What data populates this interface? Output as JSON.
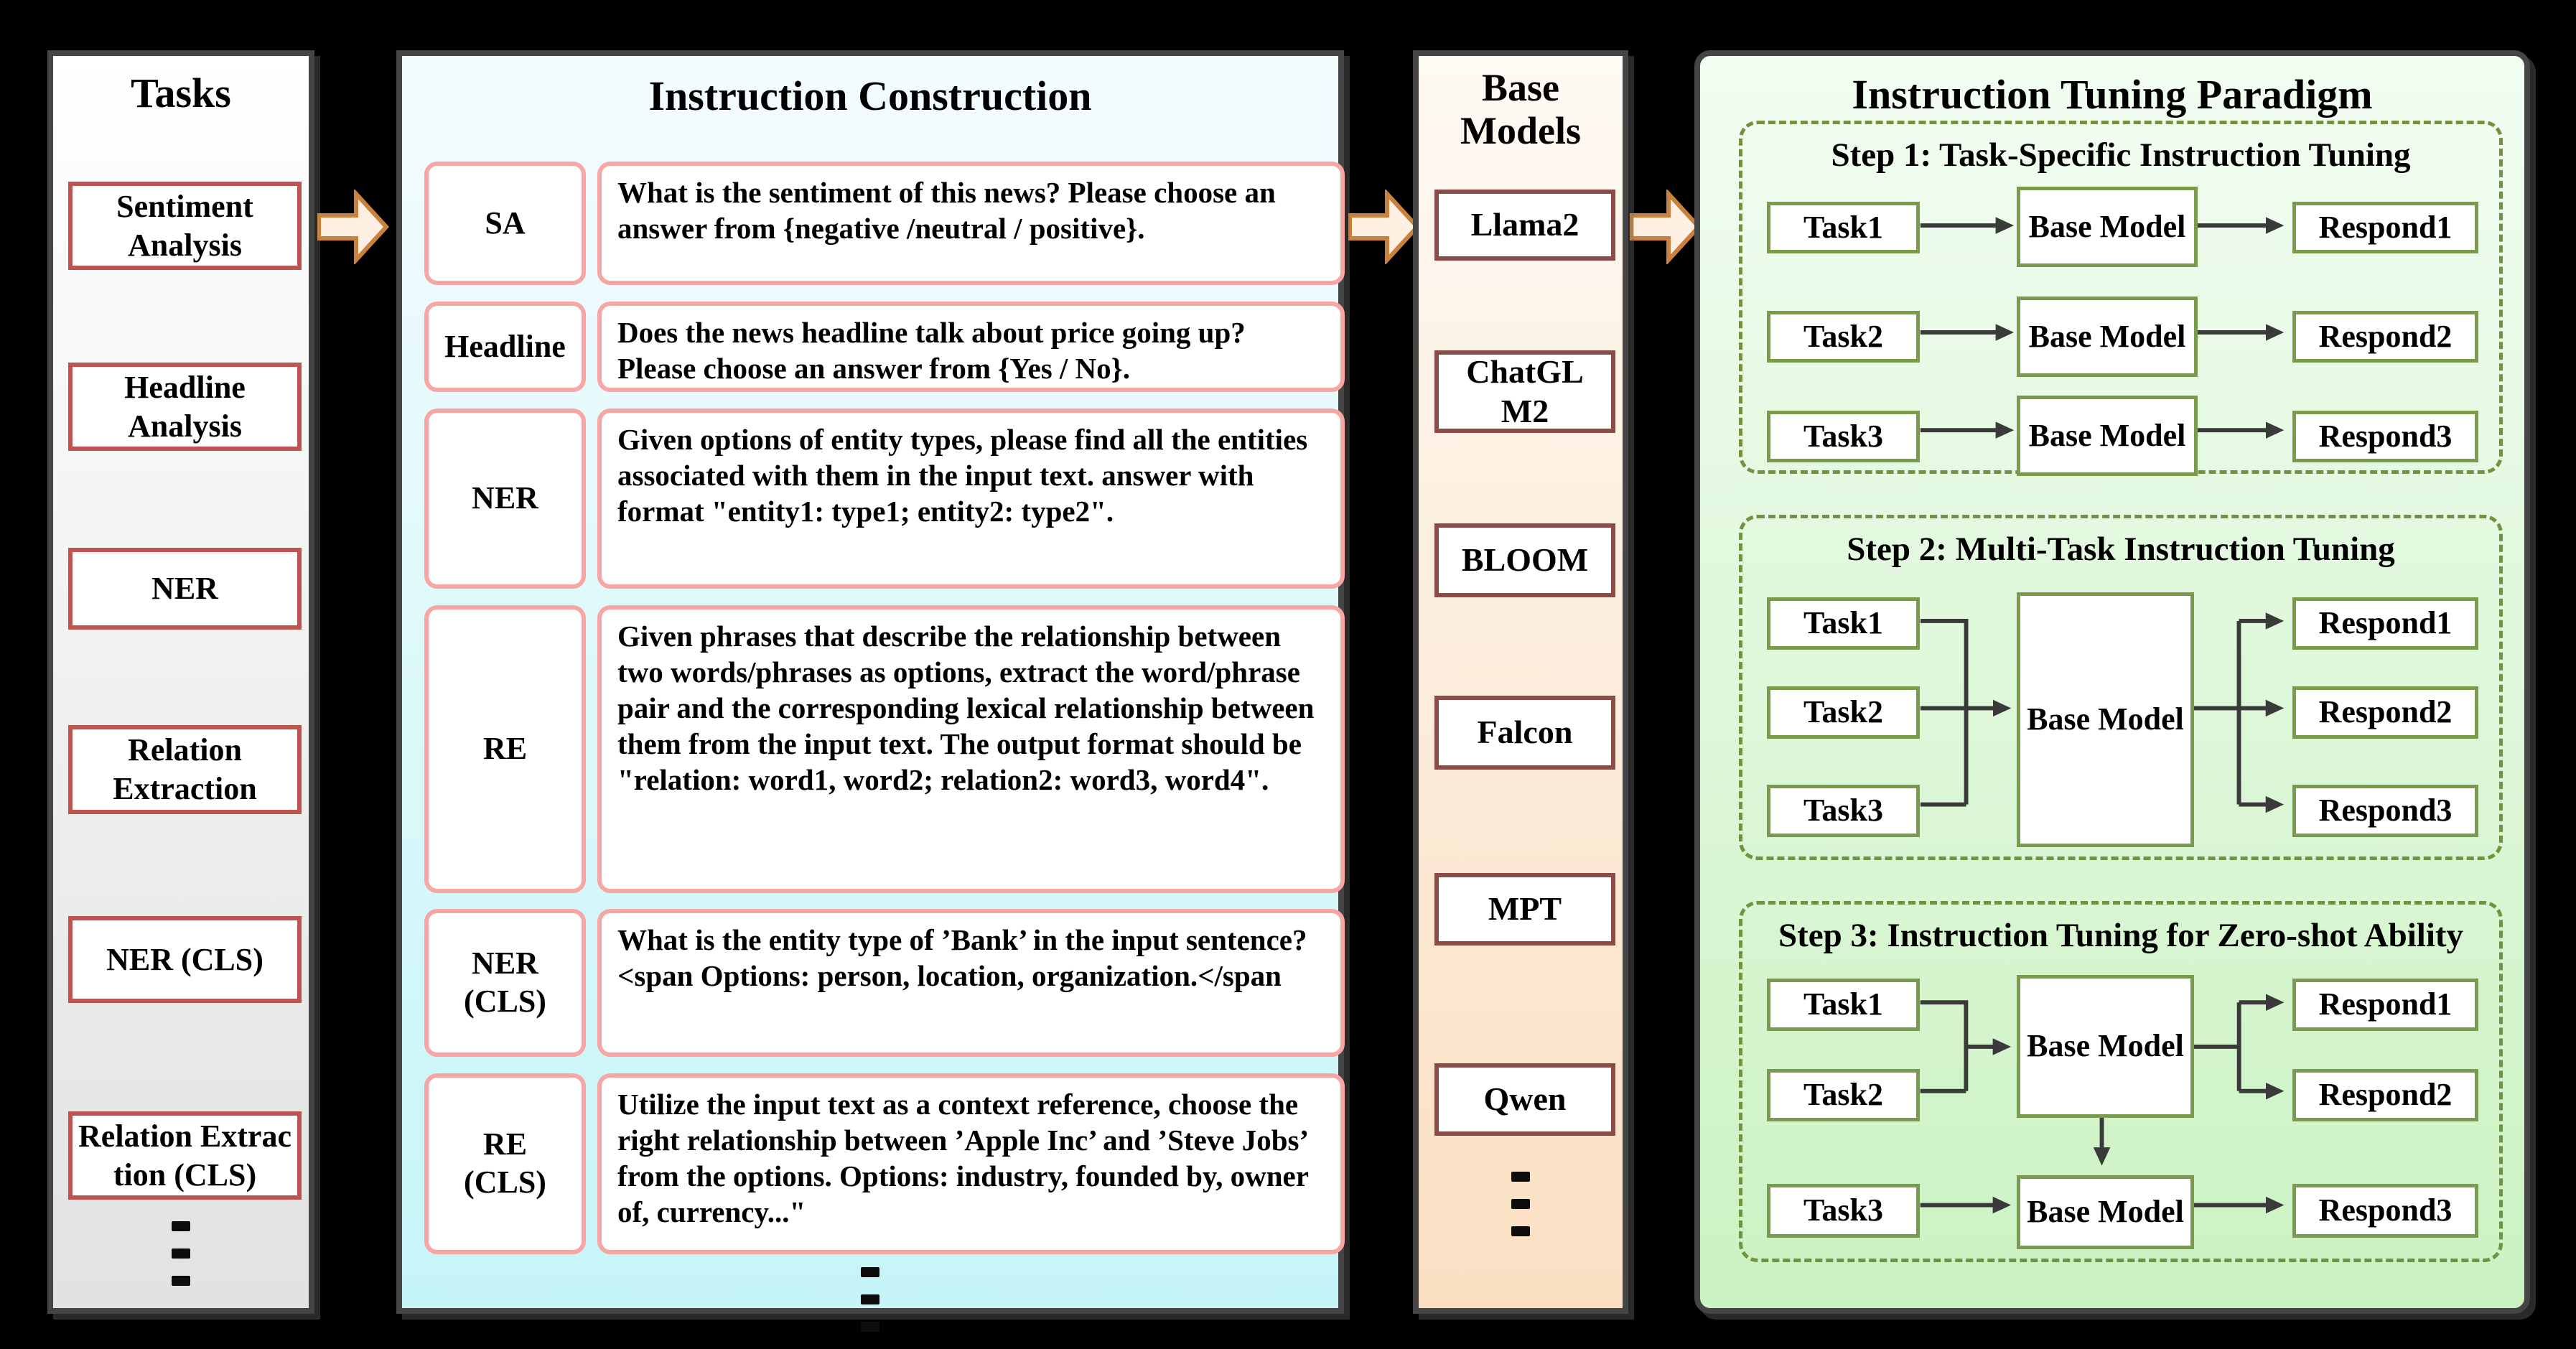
{
  "tasks_column": {
    "title": "Tasks",
    "items": [
      "Sentiment Analysis",
      "Headline Analysis",
      "NER",
      "Relation Extraction",
      "NER (CLS)",
      "Relation Extraction (CLS)"
    ]
  },
  "construction_column": {
    "title": "Instruction Construction",
    "rows": [
      {
        "label": "SA",
        "text": "What is the sentiment of this news? Please choose an answer from {negative /neutral / positive}."
      },
      {
        "label": "Headline",
        "text": "Does the news headline talk about price going up? Please choose an answer from {Yes / No}."
      },
      {
        "label": "NER",
        "text": "Given options of entity types, please find all the entities associated with them in the input text. answer with format \"entity1: type1; entity2: type2\"."
      },
      {
        "label": "RE",
        "text": "Given phrases that describe the relationship between two words/phrases as options, extract the word/phrase pair and the corresponding lexical relationship between them from the input text. The output format should be \"relation: word1, word2; relation2: word3, word4\"."
      },
      {
        "label": "NER (CLS)",
        "text": "What is the entity type of ’Bank’ in the input sentence?<span Options: person, location, organization.</span"
      },
      {
        "label": "RE (CLS)",
        "text": "Utilize the input text as a context reference, choose the right relationship between ’Apple Inc’ and ’Steve Jobs’ from the options. Options: industry, founded by, owner of, currency...\""
      }
    ]
  },
  "models_column": {
    "title": "Base Models",
    "items": [
      "Llama2",
      "ChatGLM2",
      "BLOOM",
      "Falcon",
      "MPT",
      "Qwen"
    ]
  },
  "paradigm_column": {
    "title": "Instruction Tuning Paradigm",
    "steps": [
      {
        "title": "Step 1: Task-Specific Instruction Tuning",
        "rows": [
          {
            "task": "Task1",
            "model": "Base Model",
            "respond": "Respond1"
          },
          {
            "task": "Task2",
            "model": "Base Model",
            "respond": "Respond2"
          },
          {
            "task": "Task3",
            "model": "Base Model",
            "respond": "Respond3"
          }
        ]
      },
      {
        "title": "Step 2: Multi-Task Instruction Tuning",
        "tasks": [
          "Task1",
          "Task2",
          "Task3"
        ],
        "model": "Base Model",
        "responds": [
          "Respond1",
          "Respond2",
          "Respond3"
        ]
      },
      {
        "title": "Step 3: Instruction Tuning for Zero-shot Ability",
        "tasks_top": [
          "Task1",
          "Task2"
        ],
        "model_top": "Base Model",
        "responds_top": [
          "Respond1",
          "Respond2"
        ],
        "task_bottom": "Task3",
        "model_bottom": "Base Model",
        "respond_bottom": "Respond3"
      }
    ]
  },
  "icons": {
    "ellipsis": "vertical-ellipsis"
  },
  "colors": {
    "page-bg": "#000000",
    "column-border": "#454545",
    "tasks-bg-top": "#ffffff",
    "tasks-bg-bottom": "#e2e2e2",
    "task-box-border": "#bf5350",
    "construction-bg-top": "#f4fcfe",
    "construction-bg-bottom": "#c6f5f7",
    "construction-box-border": "#f7a6a4",
    "models-bg-top": "#fefaf4",
    "models-bg-bottom": "#fadfc2",
    "model-box-border": "#8c4a48",
    "paradigm-bg-top": "#f2fdf2",
    "paradigm-bg-bottom": "#cbf2c2",
    "step-border": "#71923f",
    "tuning-box-border": "#7a9a4c",
    "flow-arrow-fill": "#fdf0e2",
    "flow-arrow-stroke": "#c9813e",
    "connector": "#3a3a3a",
    "text": "#000000"
  }
}
